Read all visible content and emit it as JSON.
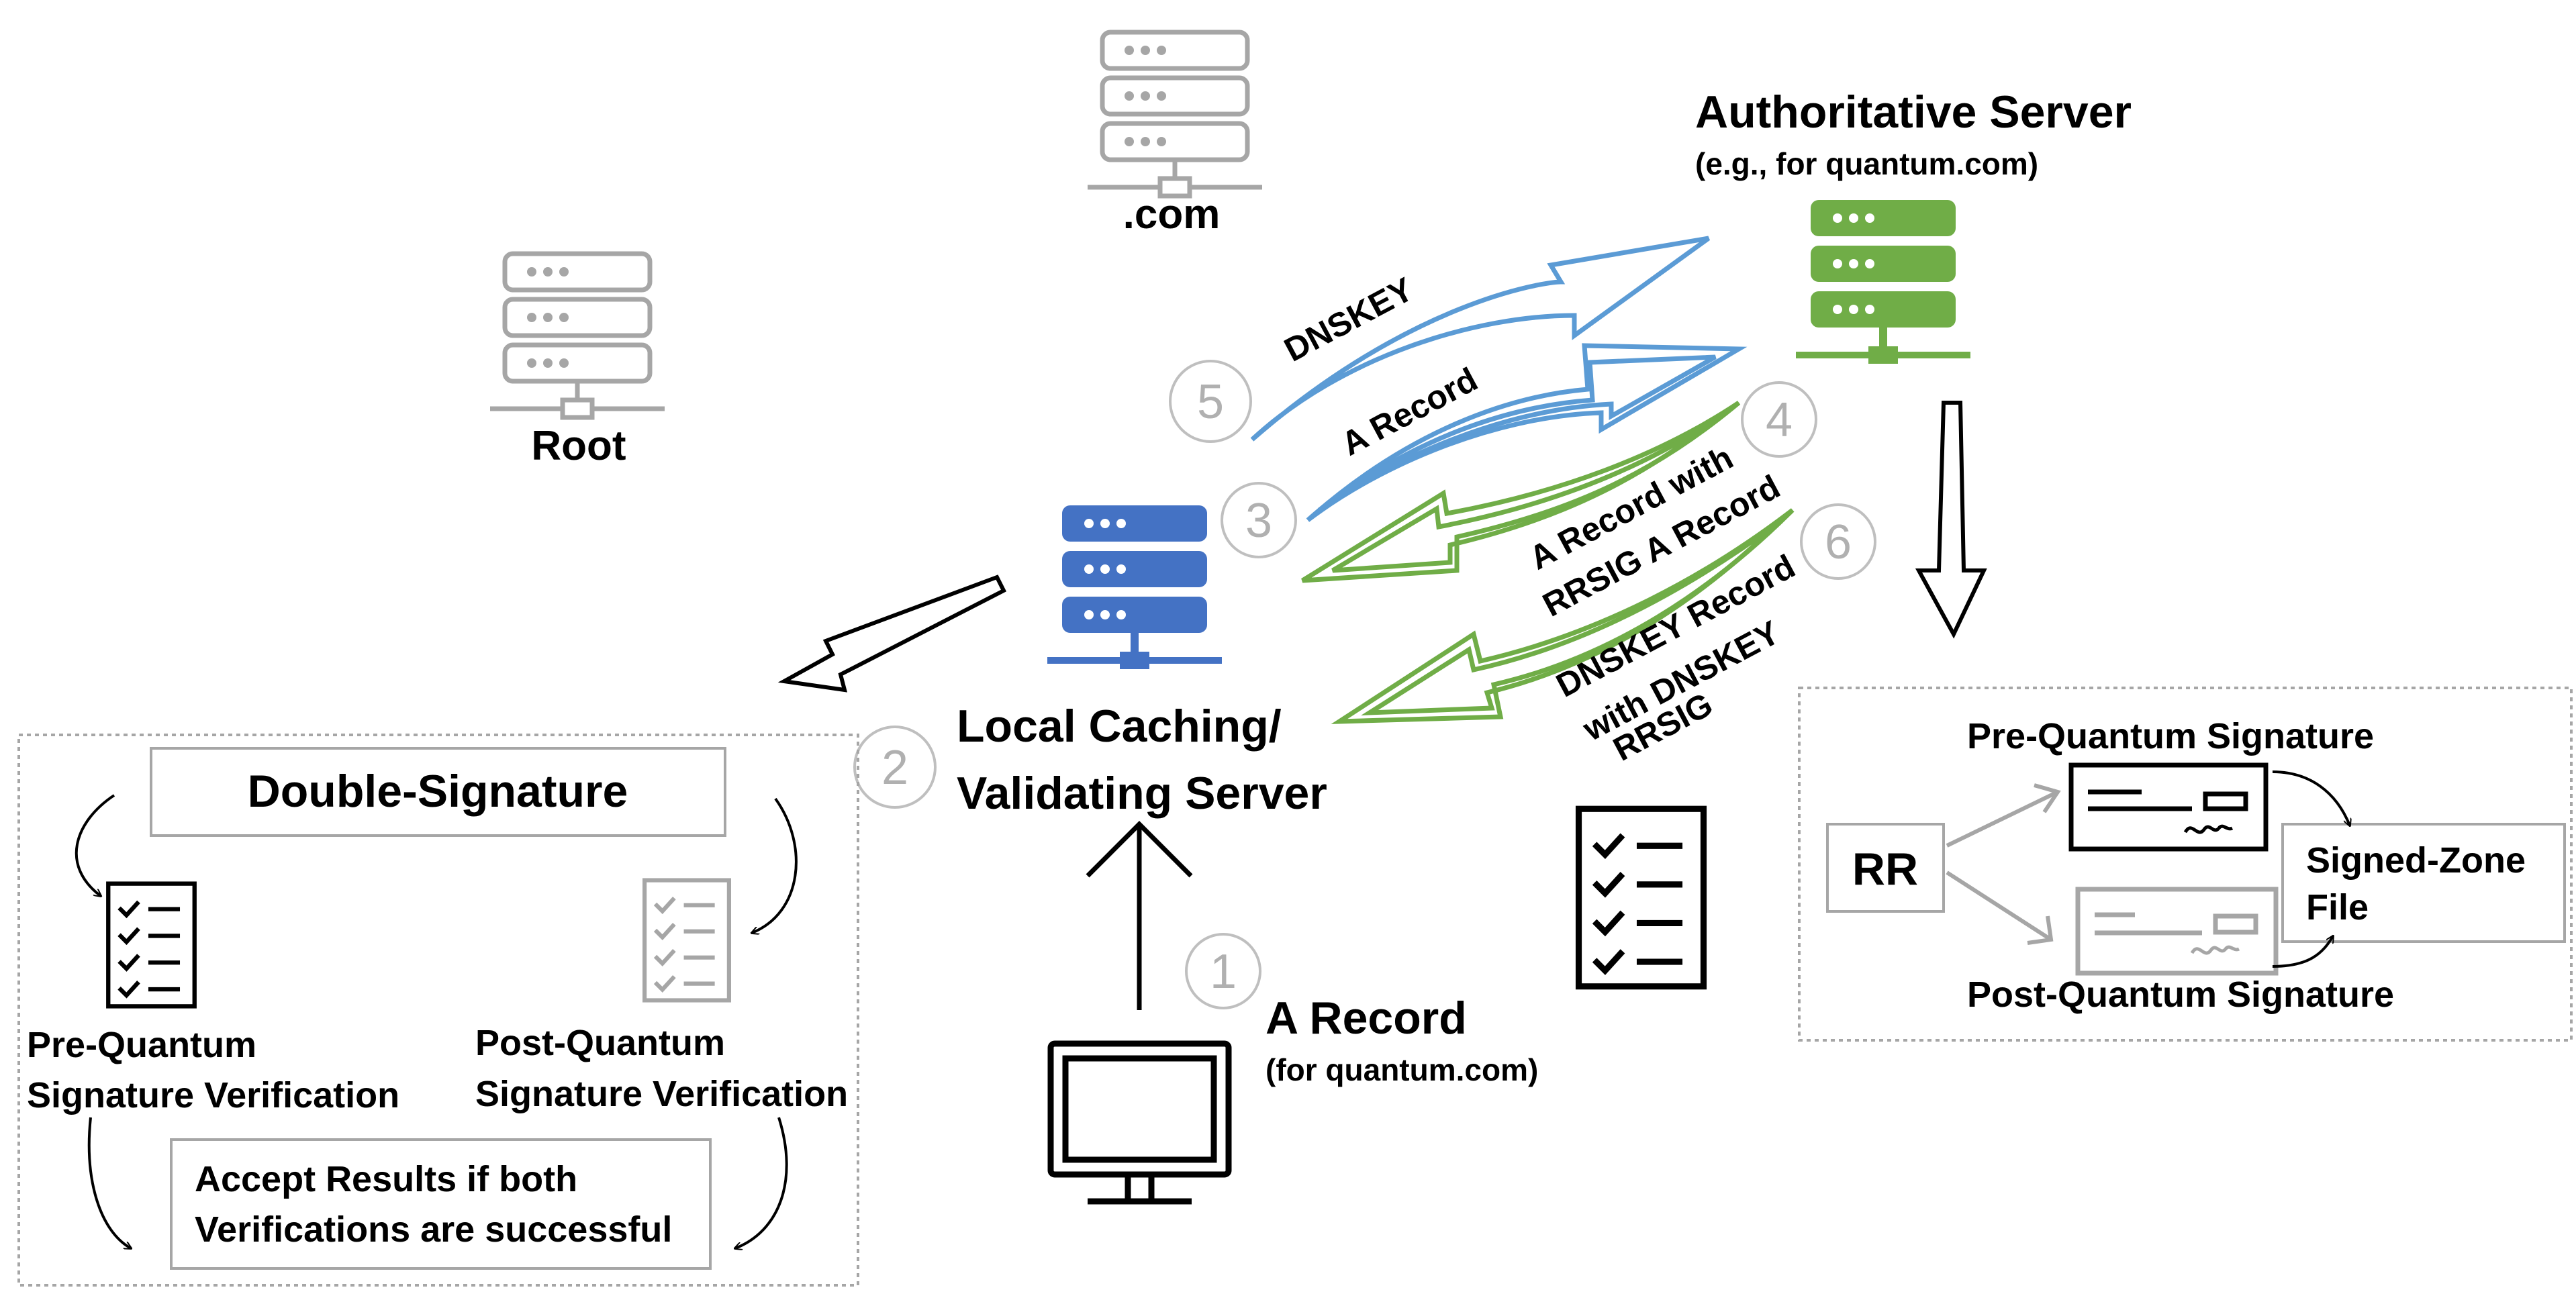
{
  "nodes": {
    "dotcom": ".com",
    "root": "Root",
    "auth_title": "Authoritative Server",
    "auth_subtitle": "(e.g., for quantum.com)",
    "local_line1": "Local Caching/",
    "local_line2": "Validating Server",
    "client_title": "A Record",
    "client_subtitle": "(for quantum.com)"
  },
  "messages": {
    "dnskey": "DNSKEY",
    "a_record": "A Record",
    "a_record_rrsig_1": "A Record with",
    "a_record_rrsig_2": "RRSIG A Record",
    "dnskey_rrsig_1": "DNSKEY Record",
    "dnskey_rrsig_2": "with DNSKEY",
    "dnskey_rrsig_3": "RRSIG"
  },
  "steps": [
    "1",
    "2",
    "3",
    "4",
    "5",
    "6"
  ],
  "double_signature": {
    "title": "Double-Signature",
    "pre_1": "Pre-Quantum",
    "pre_2": "Signature Verification",
    "post_1": "Post-Quantum",
    "post_2": "Signature Verification",
    "accept_1": "Accept Results if both",
    "accept_2": "Verifications are successful"
  },
  "zone": {
    "rr": "RR",
    "pre_label": "Pre-Quantum Signature",
    "post_label": "Post-Quantum Signature",
    "signed_1": "Signed-Zone",
    "signed_2": "File"
  },
  "colors": {
    "gray_server": "#a6a6a6",
    "green_server": "#70ad47",
    "blue_server": "#4472c4",
    "blue_arrow": "#5b9bd5",
    "green_arrow": "#70ad47",
    "step_circle": "#bfbfbf"
  }
}
